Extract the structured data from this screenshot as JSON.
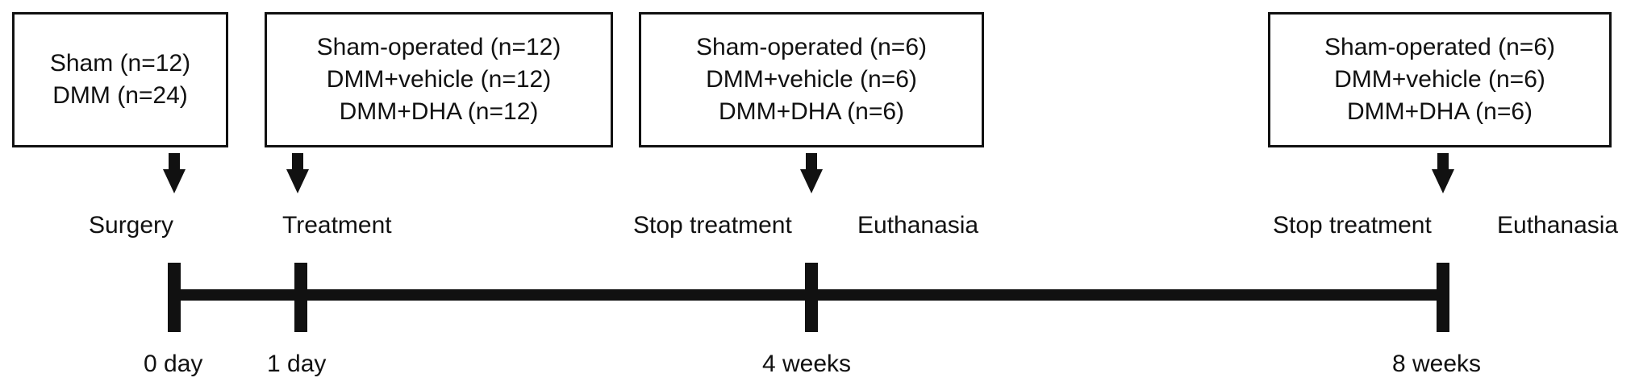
{
  "boxes": [
    {
      "lines": [
        "Sham (n=12)",
        "DMM (n=24)"
      ]
    },
    {
      "lines": [
        "Sham-operated (n=12)",
        "DMM+vehicle (n=12)",
        "DMM+DHA (n=12)"
      ]
    },
    {
      "lines": [
        "Sham-operated (n=6)",
        "DMM+vehicle (n=6)",
        "DMM+DHA (n=6)"
      ]
    },
    {
      "lines": [
        "Sham-operated (n=6)",
        "DMM+vehicle (n=6)",
        "DMM+DHA (n=6)"
      ]
    }
  ],
  "events": {
    "surgery": "Surgery",
    "treatment": "Treatment",
    "stop_treatment_1": "Stop treatment",
    "euthanasia_1": "Euthanasia",
    "stop_treatment_2": "Stop treatment",
    "euthanasia_2": "Euthanasia"
  },
  "timepoints": {
    "t0": "0 day",
    "t1": "1 day",
    "t4w": "4 weeks",
    "t8w": "8 weeks"
  },
  "colors": {
    "ink": "#111111",
    "background": "#ffffff"
  }
}
